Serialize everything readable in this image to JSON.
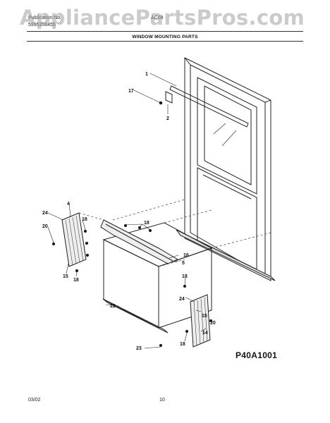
{
  "watermark": "AppliancePartsPros.com",
  "header": {
    "publication_label": "Publication No.",
    "publication_number": "5995356455",
    "model": "AC08"
  },
  "section_title": "WINDOW MOUNTING PARTS",
  "callouts": {
    "c1": "1",
    "c17": "17",
    "c2": "2",
    "c18a": "18",
    "c16": "16",
    "c5": "5",
    "c4": "4",
    "c24a": "24",
    "c20a": "20",
    "c18b": "18",
    "c15a": "15",
    "c18c": "18",
    "c18d": "18",
    "c24b": "24",
    "c15b": "15",
    "c20b": "20",
    "c14": "14",
    "c22": "22",
    "c23": "23",
    "c18e": "18"
  },
  "diagram_code": "P40A1001",
  "footer": {
    "date": "03/02",
    "page": "10"
  }
}
